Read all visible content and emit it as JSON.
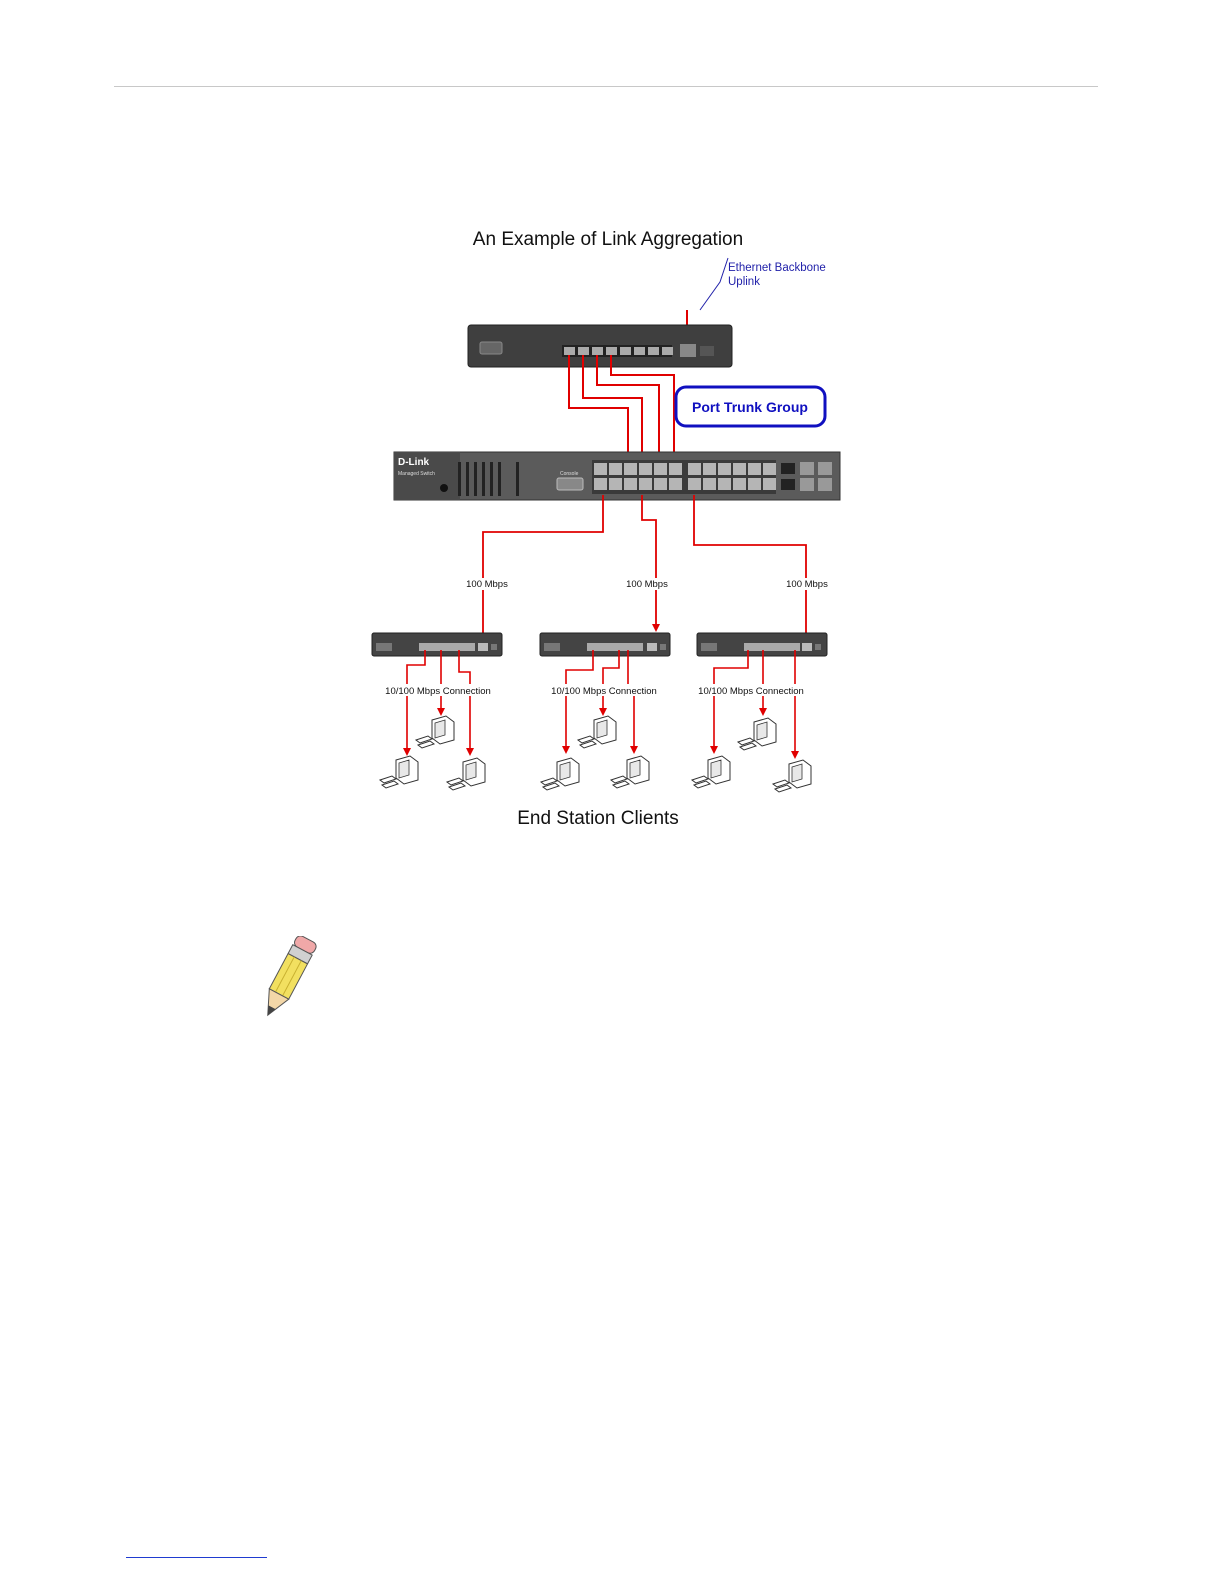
{
  "diagram": {
    "title": "An Example of Link Aggregation",
    "backbone_label_line1": "Ethernet Backbone",
    "backbone_label_line2": "Uplink",
    "trunk_group_label": "Port Trunk Group",
    "switch_brand": "D-Link",
    "switch_subtitle": "Managed Switch",
    "console_label": "Console",
    "uplinks": [
      {
        "speed": "100 Mbps"
      },
      {
        "speed": "100 Mbps"
      },
      {
        "speed": "100 Mbps"
      }
    ],
    "connection_labels": [
      "10/100 Mbps Connection",
      "10/100 Mbps Connection",
      "10/100 Mbps Connection"
    ],
    "caption": "End Station Clients",
    "colors": {
      "link": "#e00000",
      "trunk_box": "#1010c0",
      "backbone_label": "#2222aa",
      "device": "#4a4a4a"
    }
  },
  "note": {
    "icon": "pencil-icon"
  }
}
